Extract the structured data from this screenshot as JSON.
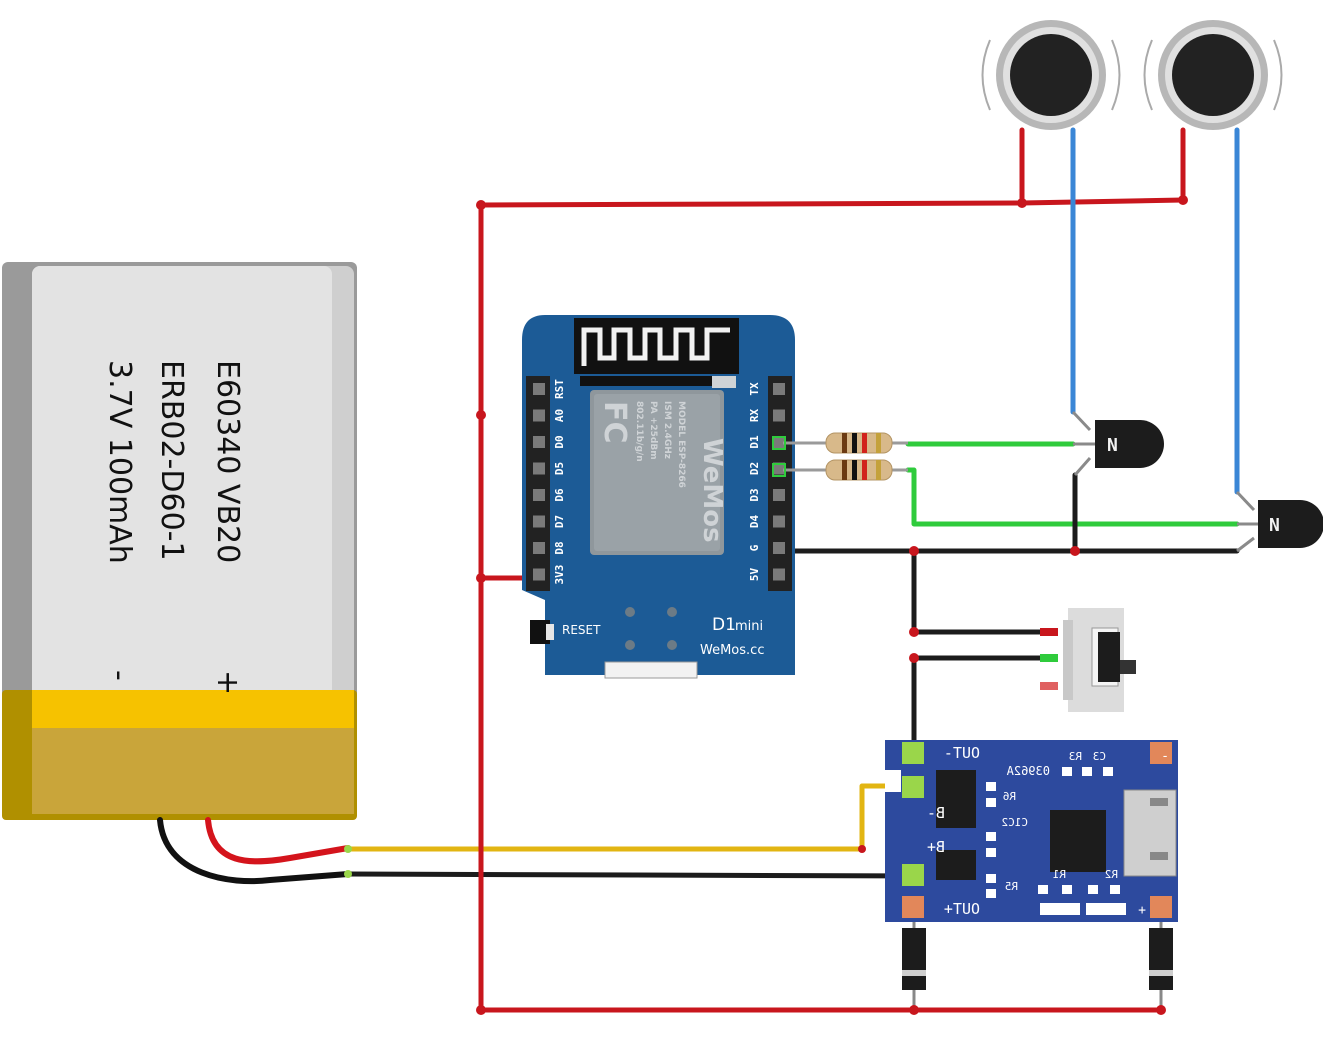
{
  "battery": {
    "line1": "ERB02-D60-1",
    "line2": "E60340 VB20",
    "line3": "3.7V 100mAh",
    "plus": "+",
    "minus": "-"
  },
  "wemos": {
    "brand": "WeMos",
    "model_line": "MODEL ESP-8266",
    "spec1": "ISM 2.4GHz",
    "spec2": "PA +25dBm",
    "spec3": "802.11b/g/n",
    "fcc": "FC",
    "board_name_a": "D1",
    "board_name_b": "mini",
    "site": "WeMos.cc",
    "reset_label": "RESET",
    "left_pins": [
      "RST",
      "A0",
      "D0",
      "D5",
      "D6",
      "D7",
      "D8",
      "3V3"
    ],
    "right_pins": [
      "TX",
      "RX",
      "D1",
      "D2",
      "D3",
      "D4",
      "G",
      "5V"
    ]
  },
  "charger": {
    "out_minus": "OUT-",
    "out_plus": "OUT+",
    "b_minus": "B-",
    "b_plus": "B+",
    "chip_code": "03962A",
    "r3": "R3",
    "c3": "C3",
    "r6": "R6",
    "c1c2": "C1C2",
    "r5": "R5",
    "r1": "R1",
    "r2": "R2",
    "minus": "-",
    "plus": "+"
  },
  "transistor_label": "N",
  "colors": {
    "wire_red": "#c8161d",
    "wire_black": "#1c1c1c",
    "wire_green": "#2fcb3c",
    "wire_blue": "#3a86d6",
    "wire_yellow": "#e2b512",
    "wemos_pcb": "#1c5b96",
    "charger_pcb": "#2d4a9e",
    "battery_body": "#cccccc",
    "battery_band": "#f6c200"
  }
}
